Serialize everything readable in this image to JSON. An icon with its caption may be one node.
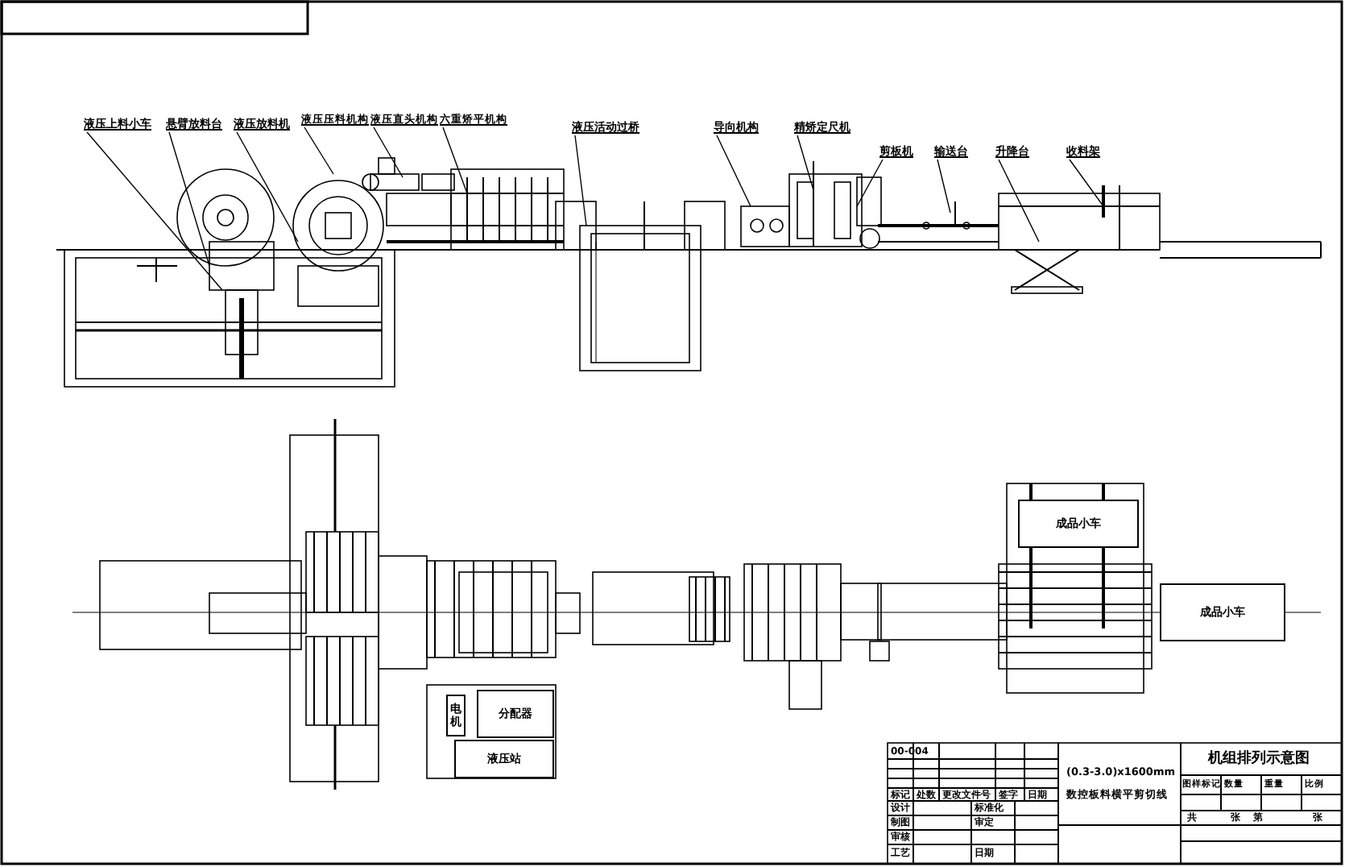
{
  "diagram": {
    "nodes": [
      {
        "text": [
          "液压上料小车"
        ]
      },
      {
        "text": [
          "悬臂放料台"
        ]
      },
      {
        "text": [
          "液压放料机"
        ]
      },
      {
        "text": [
          "液压压料机构"
        ]
      },
      {
        "text": [
          "液压直头机构"
        ]
      },
      {
        "text": [
          "六重矫平机构"
        ]
      },
      {
        "text": [
          "液压活动过桥"
        ]
      },
      {
        "text": [
          "导向机构"
        ]
      },
      {
        "text": [
          "精矫定尺机"
        ]
      },
      {
        "text": [
          "剪板机"
        ]
      },
      {
        "text": [
          "输送台"
        ]
      },
      {
        "text": [
          "升降台"
        ]
      },
      {
        "text": [
          "收料架"
        ]
      },
      {
        "text": [
          "成品小车"
        ]
      },
      {
        "text": [
          "成品小车"
        ]
      },
      {
        "text": [
          "分配器"
        ]
      },
      {
        "text": [
          "液压站"
        ]
      },
      {
        "text": [
          "电机"
        ]
      }
    ],
    "edges": [
      {
        "from": 0,
        "to": null,
        "arrow": "none"
      },
      {
        "from": 1,
        "to": null,
        "arrow": "none"
      },
      {
        "from": 2,
        "to": null,
        "arrow": "none"
      },
      {
        "from": 3,
        "to": null,
        "arrow": "none"
      },
      {
        "from": 4,
        "to": null,
        "arrow": "none"
      },
      {
        "from": 5,
        "to": null,
        "arrow": "none"
      },
      {
        "from": 6,
        "to": null,
        "arrow": "none"
      },
      {
        "from": 7,
        "to": null,
        "arrow": "none"
      },
      {
        "from": 8,
        "to": null,
        "arrow": "none"
      },
      {
        "from": 9,
        "to": null,
        "arrow": "none"
      },
      {
        "from": 10,
        "to": null,
        "arrow": "none"
      },
      {
        "from": 11,
        "to": null,
        "arrow": "none"
      },
      {
        "from": 12,
        "to": null,
        "arrow": "none"
      }
    ],
    "labels": [
      "00-004",
      "标记",
      "处数",
      "更改文件号",
      "签字",
      "日期",
      "设计",
      "标准化",
      "制图",
      "审定",
      "审核",
      "工艺",
      "日期",
      "(0.3-3.0)x1600mm",
      "数控板料横平剪切线",
      "机组排列示意图",
      "图样标记",
      "数量",
      "重量",
      "比例",
      "共",
      "张",
      "第",
      "张"
    ]
  }
}
